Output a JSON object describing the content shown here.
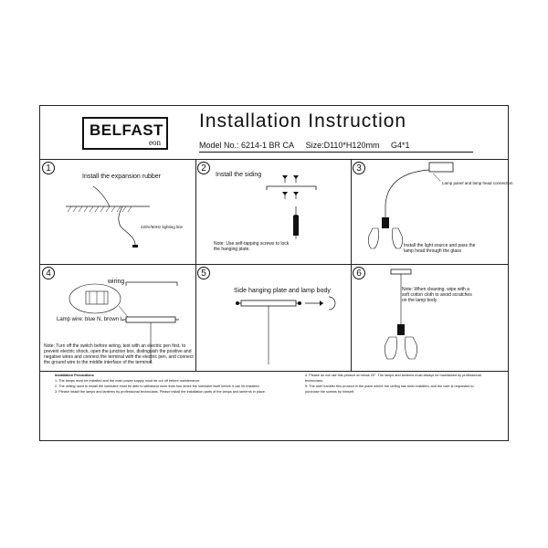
{
  "header": {
    "brand": "BELFAST",
    "brand_sub": "eon",
    "title": "Installation Instruction",
    "model_label": "Model No.: 6214-1 BR CA",
    "size_label": "Size:D110*H120mm",
    "bulb_label": "G4*1"
  },
  "steps": [
    {
      "num": "1",
      "title": "Install the expansion rubber",
      "labels": [
        "220V/50Hz lighting line"
      ]
    },
    {
      "num": "2",
      "title": "Install the siding",
      "note": "Note: Use self-tapping screws to lock the hanging plate."
    },
    {
      "num": "3",
      "labels": [
        "Lamp panel and lamp head connection"
      ],
      "note": "Install the light source and pass the lamp head through the glass"
    },
    {
      "num": "4",
      "title": "wiring",
      "labels": [
        "Lamp wire: blue N, brown L"
      ],
      "note": "Note: Turn off the switch before wiring, test with an electric pen first, to prevent electric shock, open the junction box, distinguish the positive and negative wires and connect the terminal with the electric pen, and connect the ground wire to the middle interface of the terminal."
    },
    {
      "num": "5",
      "title": "Side hanging plate and lamp body"
    },
    {
      "num": "6",
      "note": "Note: When cleaning, wipe with a soft cotton cloth to avoid scratches on the lamp body"
    }
  ],
  "footer": {
    "heading": "Installation Precautions",
    "left": [
      "1. The lamps must be installed and the main power supply must be cut off before maintenance.",
      "2. The ceiling used to install the luminaire must be able to withstand more than four times the luminaire itself before it can be installed.",
      "3. Please install the lamps and lanterns by professional technicians. Please install the installation parts of the lamps and lanterns in place."
    ],
    "right": [
      "4. Please do not use this product at minus 20°. The lamps and lanterns must always be maintained by professional technicians.",
      "5. The user transfer this product in the place where the ceiling has been installed, and the user is requested to purchase the screws by himself."
    ]
  }
}
